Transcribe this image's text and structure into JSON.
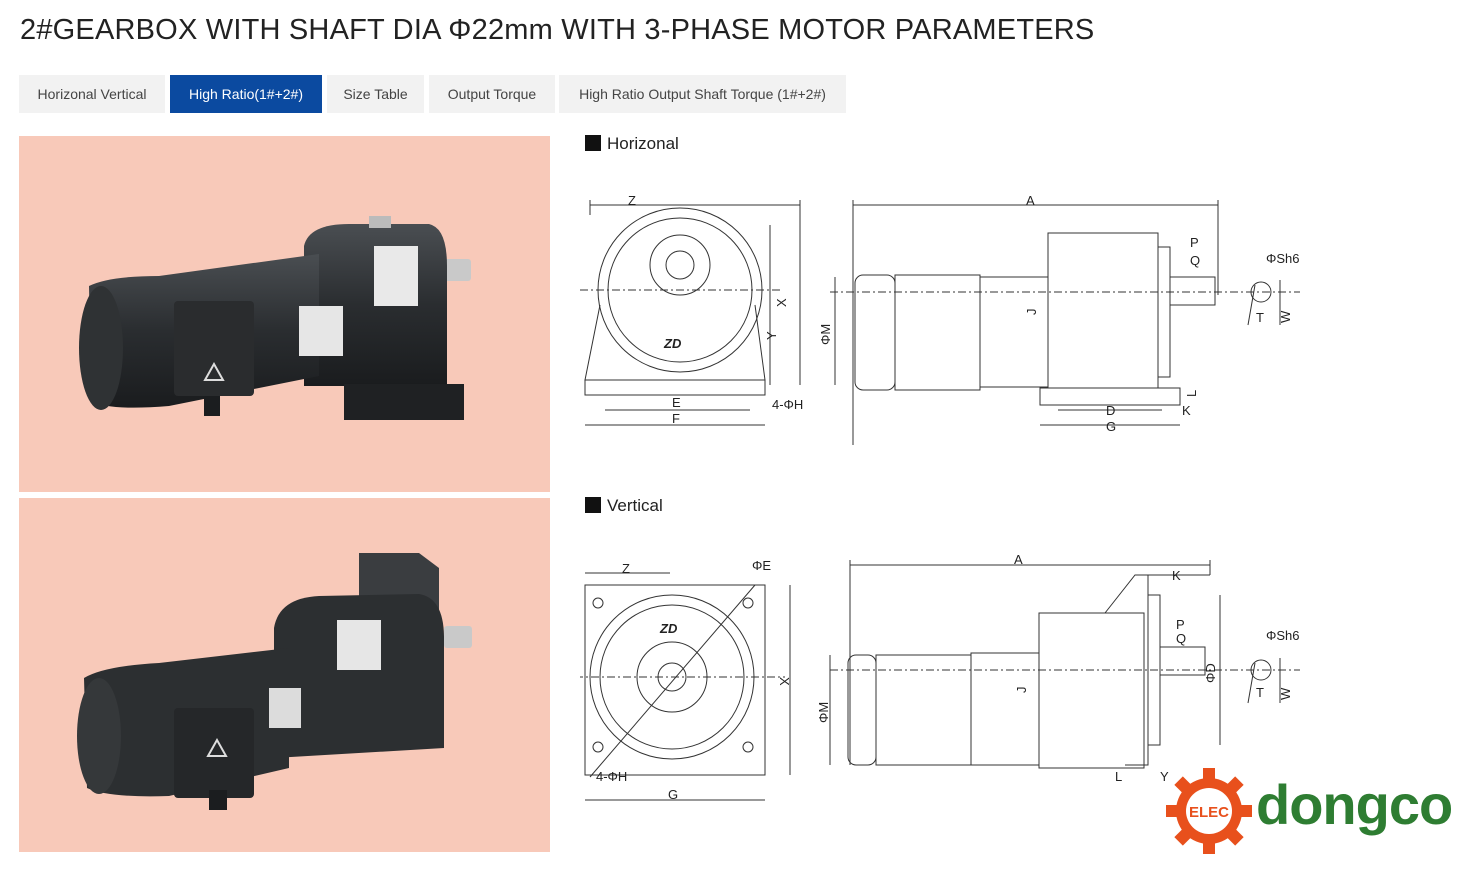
{
  "page": {
    "title": "2#GEARBOX WITH SHAFT DIA Φ22mm WITH 3-PHASE MOTOR PARAMETERS"
  },
  "tabs": [
    {
      "label": "Horizonal Vertical",
      "active": false
    },
    {
      "label": "High Ratio(1#+2#)",
      "active": true
    },
    {
      "label": "Size Table",
      "active": false
    },
    {
      "label": "Output Torque",
      "active": false
    },
    {
      "label": "High Ratio Output Shaft Torque (1#+2#)",
      "active": false
    }
  ],
  "colors": {
    "accent": "#0b4aa0",
    "photo_bg": "#f8c9b9",
    "logo_orange": "#e8501c",
    "logo_green": "#2e7d32"
  },
  "sections": {
    "horizontal": {
      "label": "Horizonal",
      "dims": {
        "Z": "Z",
        "A": "A",
        "P": "P",
        "Q": "Q",
        "Sh6": "ΦSh6",
        "X": "X",
        "Y": "Y",
        "M": "ΦM",
        "J": "J",
        "T": "T",
        "W": "W",
        "E": "E",
        "F": "F",
        "H": "4-ΦH",
        "D": "D",
        "K": "K",
        "L": "L",
        "G": "G"
      }
    },
    "vertical": {
      "label": "Vertical",
      "dims": {
        "Z": "Z",
        "E": "ΦE",
        "A": "A",
        "K": "K",
        "P": "P",
        "Q": "Q",
        "Sh6": "ΦSh6",
        "X": "X",
        "M": "ΦM",
        "J": "J",
        "D": "ΦD",
        "T": "T",
        "W": "W",
        "H": "4-ΦH",
        "G": "G",
        "L": "L",
        "Y": "Y"
      }
    }
  },
  "logo": {
    "badge_text": "ELEC",
    "word": "dongco",
    "motor_mark": "ZD"
  }
}
